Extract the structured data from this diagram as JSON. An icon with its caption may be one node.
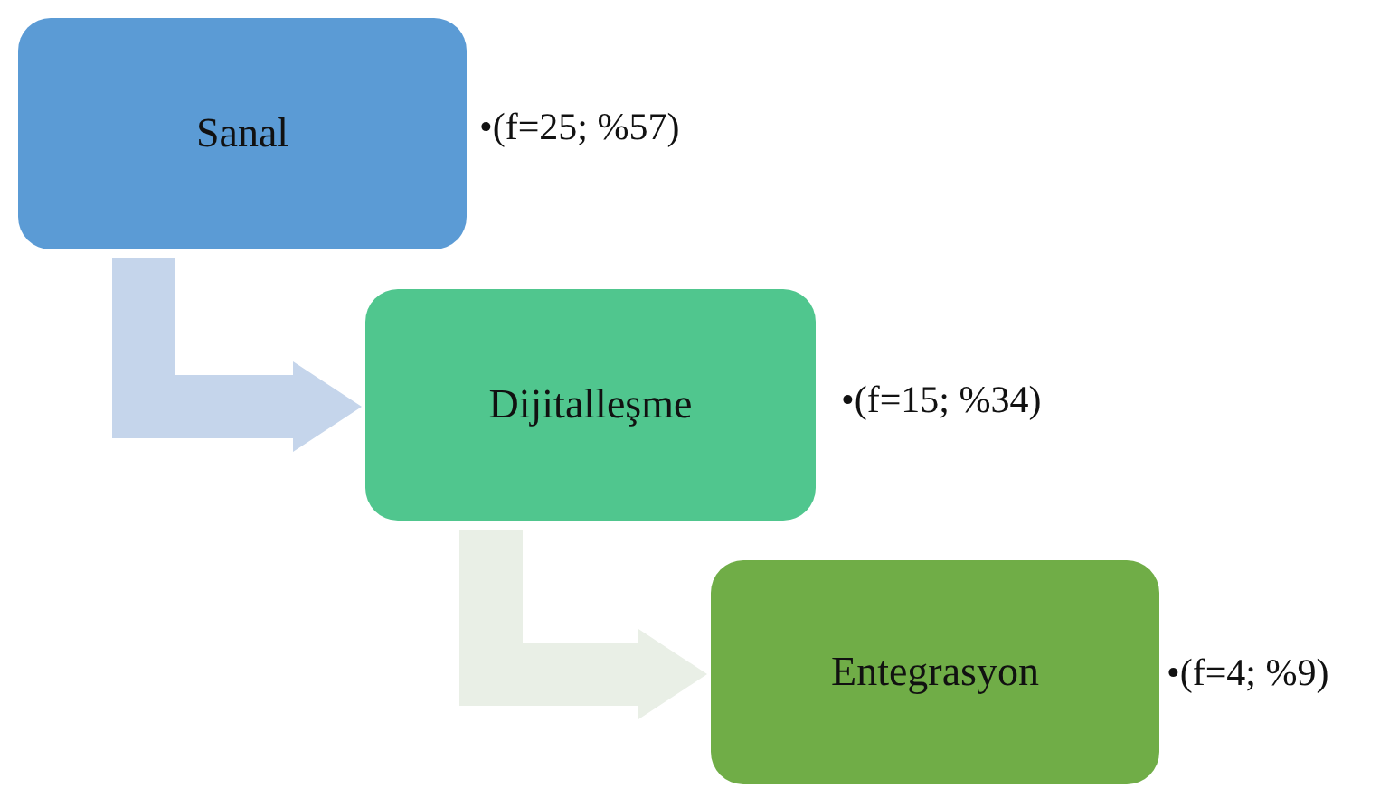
{
  "diagram": {
    "nodes": [
      {
        "text": [
          "Sanal"
        ],
        "beside": [
          "•(f=25; %57)"
        ]
      },
      {
        "text": [
          "Dijitalleşme"
        ],
        "beside": [
          "•(f=15; %34)"
        ]
      },
      {
        "text": [
          "Entegrasyon"
        ],
        "beside": [
          "•(f=4; %9)"
        ]
      }
    ],
    "edges": [
      {
        "from": 0,
        "to": 1,
        "arrow": "to",
        "style": "thick",
        "color": "#c5d5eb"
      },
      {
        "from": 1,
        "to": 2,
        "arrow": "to",
        "style": "thick",
        "color": "#e9efe6"
      }
    ]
  }
}
